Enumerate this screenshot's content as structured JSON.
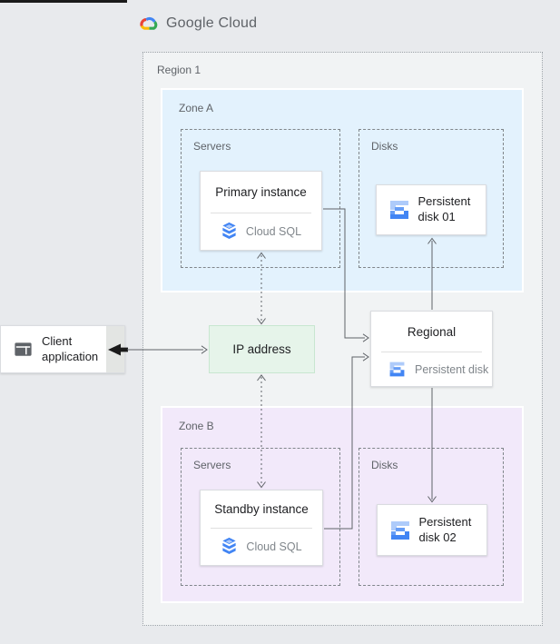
{
  "header": {
    "brand": "Google Cloud"
  },
  "region": {
    "label": "Region 1"
  },
  "zone_a": {
    "label": "Zone A",
    "servers_label": "Servers",
    "disks_label": "Disks",
    "primary": {
      "title": "Primary instance",
      "product": "Cloud SQL"
    },
    "disk01": {
      "label": "Persistent disk 01"
    }
  },
  "zone_b": {
    "label": "Zone B",
    "servers_label": "Servers",
    "disks_label": "Disks",
    "standby": {
      "title": "Standby instance",
      "product": "Cloud SQL"
    },
    "disk02": {
      "label": "Persistent disk 02"
    }
  },
  "regional": {
    "title": "Regional",
    "subtitle": "Persistent disk"
  },
  "ip": {
    "label": "IP address"
  },
  "client": {
    "label": "Client application"
  },
  "icons": {
    "google-cloud-logo": "multicolor cloud",
    "cloud-sql-icon": "stacked blue database layers",
    "persistent-disk-icon": "blue stair-step disk stack",
    "client-app-icon": "dark application window"
  },
  "colors": {
    "page_bg": "#e8eaed",
    "region_bg": "#f1f3f4",
    "zone_a_bg": "#e3f2fd",
    "zone_b_bg": "#f2e9fa",
    "ip_bg": "#e6f4ea",
    "ip_border": "#c8e6d0",
    "card_border": "#dadce0",
    "label_gray": "#5f6368",
    "sub_gray": "#80868b",
    "text_dark": "#202124",
    "line": "#5f6368",
    "blue": "#4285f4",
    "blue_mid": "#669df6",
    "blue_light": "#aecbfa",
    "logo_red": "#ea4335",
    "logo_yellow": "#fbbc05",
    "logo_green": "#34a853"
  }
}
